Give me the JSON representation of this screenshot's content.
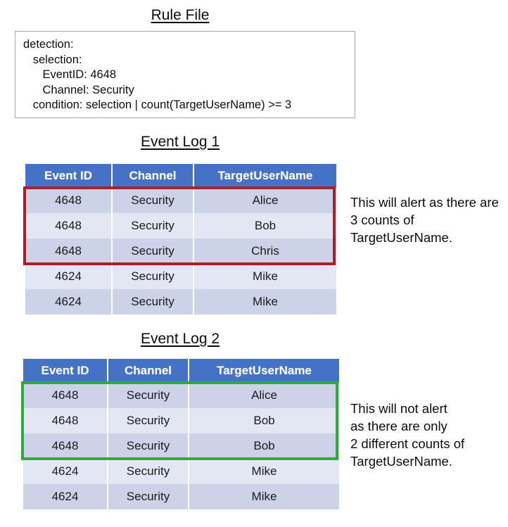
{
  "rule_file": {
    "title": "Rule File",
    "lines": [
      "detection:",
      "   selection:",
      "      EventID: 4648",
      "      Channel: Security",
      "   condition: selection | count(TargetUserName) >= 3"
    ]
  },
  "event_log_1": {
    "title": "Event Log 1",
    "columns": [
      "Event ID",
      "Channel",
      "TargetUserName"
    ],
    "rows": [
      [
        "4648",
        "Security",
        "Alice"
      ],
      [
        "4648",
        "Security",
        "Bob"
      ],
      [
        "4648",
        "Security",
        "Chris"
      ],
      [
        "4624",
        "Security",
        "Mike"
      ],
      [
        "4624",
        "Security",
        "Mike"
      ]
    ],
    "highlight": {
      "color": "#a6212a",
      "rows": [
        0,
        1,
        2
      ]
    },
    "annotation": "This will alert as there are 3 counts of TargetUserName."
  },
  "event_log_2": {
    "title": "Event Log 2",
    "columns": [
      "Event ID",
      "Channel",
      "TargetUserName"
    ],
    "rows": [
      [
        "4648",
        "Security",
        "Alice"
      ],
      [
        "4648",
        "Security",
        "Bob"
      ],
      [
        "4648",
        "Security",
        "Bob"
      ],
      [
        "4624",
        "Security",
        "Mike"
      ],
      [
        "4624",
        "Security",
        "Mike"
      ]
    ],
    "highlight": {
      "color": "#2eab3c",
      "rows": [
        0,
        1,
        2
      ]
    },
    "annotation": "This will not alert\nas there are only\n2 different counts of\nTargetUserName."
  },
  "colors": {
    "header_blue": "#4472c4",
    "row_dark": "#ccd3e8",
    "row_light": "#e3e7f3",
    "alert_red": "#a6212a",
    "no_alert_green": "#2eab3c",
    "box_border": "#a6a6a6"
  }
}
